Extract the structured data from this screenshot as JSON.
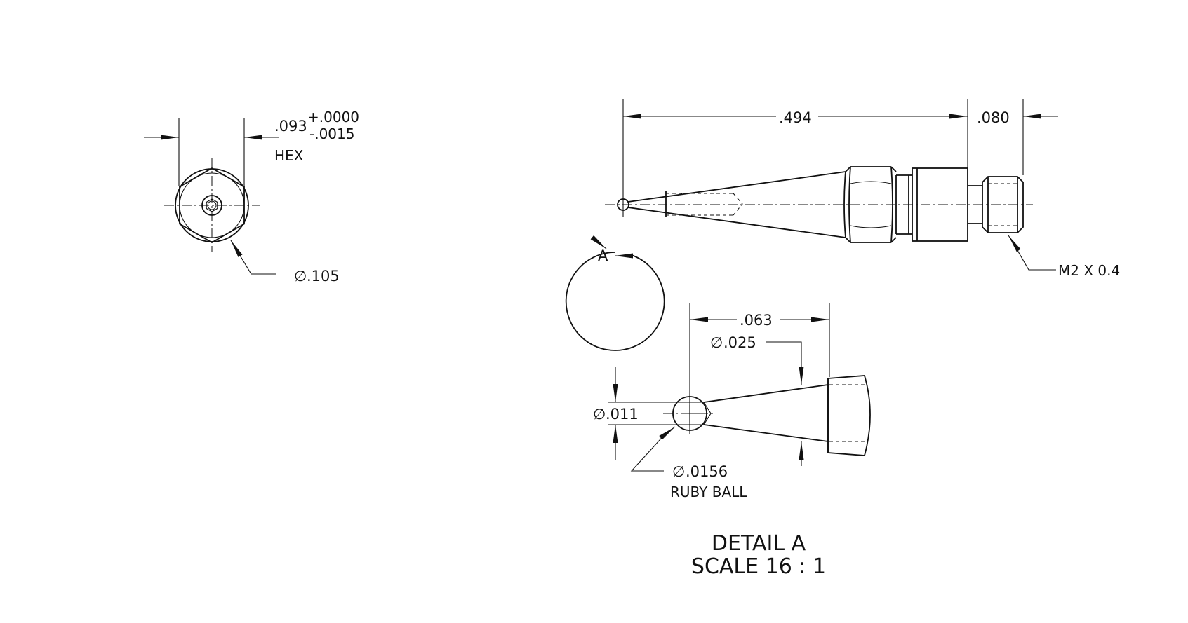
{
  "end_view": {
    "hex_dim_nominal": ".093",
    "hex_tol_plus": "+.0000",
    "hex_tol_minus": "-.0015",
    "hex_label": "HEX",
    "dia_symbol": "∅",
    "outer_dia": ".105"
  },
  "side_view": {
    "length_dim": ".494",
    "thread_length_dim": ".080",
    "thread_callout": "M2 X 0.4",
    "detail_label": "A"
  },
  "detail_view": {
    "stem_length_dim": ".063",
    "dia_symbol": "∅",
    "stem_dia": ".025",
    "neck_dia": ".011",
    "ball_dia": ".0156",
    "ball_label": "RUBY BALL",
    "title": "DETAIL A",
    "scale": "SCALE 16 : 1"
  }
}
